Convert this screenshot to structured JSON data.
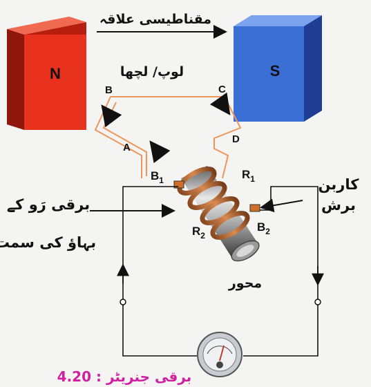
{
  "labels": {
    "magnetic_field": "مقناطیسی علاقہ",
    "loop": "لوپ/ لچھا",
    "north_pole": "N",
    "south_pole": "S",
    "point_a": "A",
    "point_b": "B",
    "point_c": "C",
    "point_d": "D",
    "brush_b1": "B",
    "brush_b1_sub": "1",
    "brush_b2": "B",
    "brush_b2_sub": "2",
    "ring_r1": "R",
    "ring_r1_sub": "1",
    "ring_r2": "R",
    "ring_r2_sub": "2",
    "carbon": "کاربن",
    "brush": "برش",
    "current_line1": "برقی رَو کے",
    "current_line2": "بہاؤ کی سمت",
    "axis": "محور",
    "caption": "4.20 : برقی جنریٹر"
  },
  "colors": {
    "magnet_north": "#e8321e",
    "magnet_south": "#3b6fd6",
    "loop": "#f0955a",
    "ring": "#c8733a",
    "caption": "#d01fa0"
  }
}
